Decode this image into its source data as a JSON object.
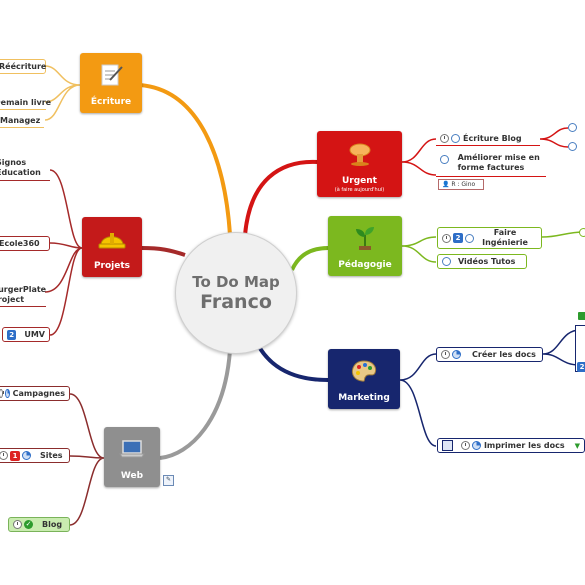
{
  "center": {
    "line1": "To Do Map",
    "line2": "Franco"
  },
  "branches": {
    "ecriture": "Écriture",
    "projets": "Projets",
    "web": "Web",
    "urgent": "Urgent",
    "urgent_sub": "(à faire aujourd'hui)",
    "pedagogie": "Pédagogie",
    "marketing": "Marketing"
  },
  "ecriture_leaves": [
    "Réécriture",
    "Demain livre",
    "Managez"
  ],
  "projets_leaves": [
    "Signos Education",
    "Ecole360",
    "BurgerPlate Project",
    "UMV"
  ],
  "projets_tags": {
    "umv": "2"
  },
  "web_leaves": [
    "Campagnes",
    "Sites",
    "Blog"
  ],
  "web_tags": {
    "sites": "1"
  },
  "urgent_leaves": [
    "Écriture Blog",
    "Améliorer mise en forme factures"
  ],
  "urgent_resource": "R : Gino",
  "pedagogie_leaves": [
    "Faire Ingénierie",
    "Vidéos Tutos"
  ],
  "pedagogie_tags": {
    "faire": "2"
  },
  "marketing_leaves": [
    "Créer les docs",
    "Imprimer les docs"
  ],
  "marketing_tags": {
    "right": "2"
  },
  "colors": {
    "ecriture": "#f39a12",
    "projets": "#c41a1a",
    "web": "#8f8f8f",
    "urgent": "#d41414",
    "pedagogie": "#7cb81f",
    "marketing": "#17266e",
    "projets_line": "#a52a2a",
    "web_line": "#8b2d2d"
  },
  "icons": {
    "ecriture": "notepad-icon",
    "projets": "hard-hat-icon",
    "web": "laptop-icon",
    "urgent": "explosion-icon",
    "pedagogie": "seedling-icon",
    "marketing": "palette-icon"
  }
}
